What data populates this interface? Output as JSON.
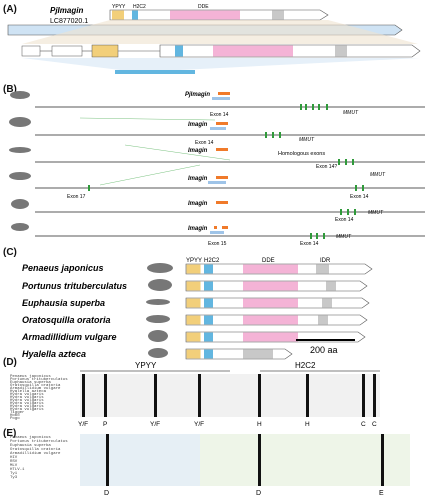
{
  "panels": {
    "A": "(A)",
    "B": "(B)",
    "C": "(C)",
    "D": "(D)",
    "E": "(E)"
  },
  "panel_a": {
    "gene_name": "PjImagin",
    "accession": "LC877020.1",
    "domains": [
      "YPYY",
      "H2C2",
      "DDE"
    ]
  },
  "panel_b": {
    "rows": [
      {
        "gene": "PjImagin",
        "exon_left": "Exon 14",
        "neighbor": "MMUT"
      },
      {
        "gene": "Imagin",
        "exon_left": "Exon 14",
        "neighbor": "MMUT"
      },
      {
        "gene": "Imagin",
        "exon_left": "",
        "neighbor": "MMUT",
        "exon_right": "Exon 14?"
      },
      {
        "gene": "Imagin",
        "exon_left": "Exon 17",
        "neighbor": "",
        "exon_right": "Exon 14"
      },
      {
        "gene": "Imagin",
        "exon_left": "",
        "neighbor": "MMUT",
        "exon_right": "Exon 14"
      },
      {
        "gene": "Imagin",
        "exon_left": "Exon 15",
        "neighbor": "MMUT",
        "exon_right": "Exon 14"
      }
    ],
    "homologous_label": "Homologous exons"
  },
  "panel_c": {
    "species": [
      "Penaeus japonicus",
      "Portunus trituberculatus",
      "Euphausia superba",
      "Oratosquilla oratoria",
      "Armadillidium vulgare",
      "Hyalella azteca"
    ],
    "domain_labels": [
      "YPYY",
      "H2C2",
      "DDE",
      "IDR"
    ],
    "scale_label": "200 aa"
  },
  "panel_d": {
    "motif_labels": [
      "YPYY",
      "H2C2"
    ],
    "bottom_residues": [
      "Y/F",
      "P",
      "Y/F",
      "Y/F",
      "H",
      "H",
      "C",
      "C"
    ],
    "species": [
      "Penaeus japonicus",
      "Portunus trituberculatus",
      "Euphausia superba",
      "Oratosquilla oratoria",
      "Armadillidium vulgare",
      "Hyalella azteca",
      "Hydra vulgaris",
      "Hydra vulgaris",
      "Hydra vulgaris",
      "Hydra vulgaris",
      "Hydra vulgaris",
      "Hydra vulgaris",
      "Tigger",
      "Hobo",
      "Pogo"
    ]
  },
  "panel_e": {
    "bottom_residues": [
      "D",
      "D",
      "E"
    ],
    "species": [
      "Penaeus japonicus",
      "Portunus trituberculatus",
      "Euphausia superba",
      "Oratosquilla oratoria",
      "Armadillidium vulgare",
      "HIV",
      "RSV",
      "MLV",
      "HTLV-1",
      "Ty1",
      "Ty3"
    ]
  },
  "colors": {
    "ypyy": "#f2cf7a",
    "h2c2": "#62b6e0",
    "dde": "#f4b3d6",
    "idr": "#c8c8c8",
    "orange": "#f07a2a",
    "exon_green": "#2f9a3a",
    "blue_fill": "#cfe3f4"
  }
}
